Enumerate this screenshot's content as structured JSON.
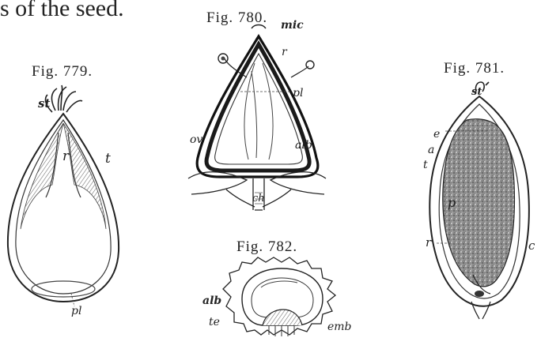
{
  "header": {
    "text": "s of the seed."
  },
  "figures": {
    "fig779": {
      "caption": "Fig. 779.",
      "labels": {
        "st": "st",
        "r": "r",
        "t": "t",
        "pl": "pl"
      }
    },
    "fig780": {
      "caption": "Fig. 780.",
      "labels": {
        "mic": "mic",
        "r": "r",
        "pl": "pl",
        "ov": "ov",
        "alb": "alb",
        "ch": "ch"
      }
    },
    "fig781": {
      "caption": "Fig. 781.",
      "labels": {
        "st": "st",
        "e": "e",
        "a": "a",
        "t": "t",
        "p": "p",
        "r": "r",
        "c": "c"
      }
    },
    "fig782": {
      "caption": "Fig. 782.",
      "labels": {
        "alb": "alb",
        "te": "te",
        "emb": "emb"
      }
    }
  }
}
